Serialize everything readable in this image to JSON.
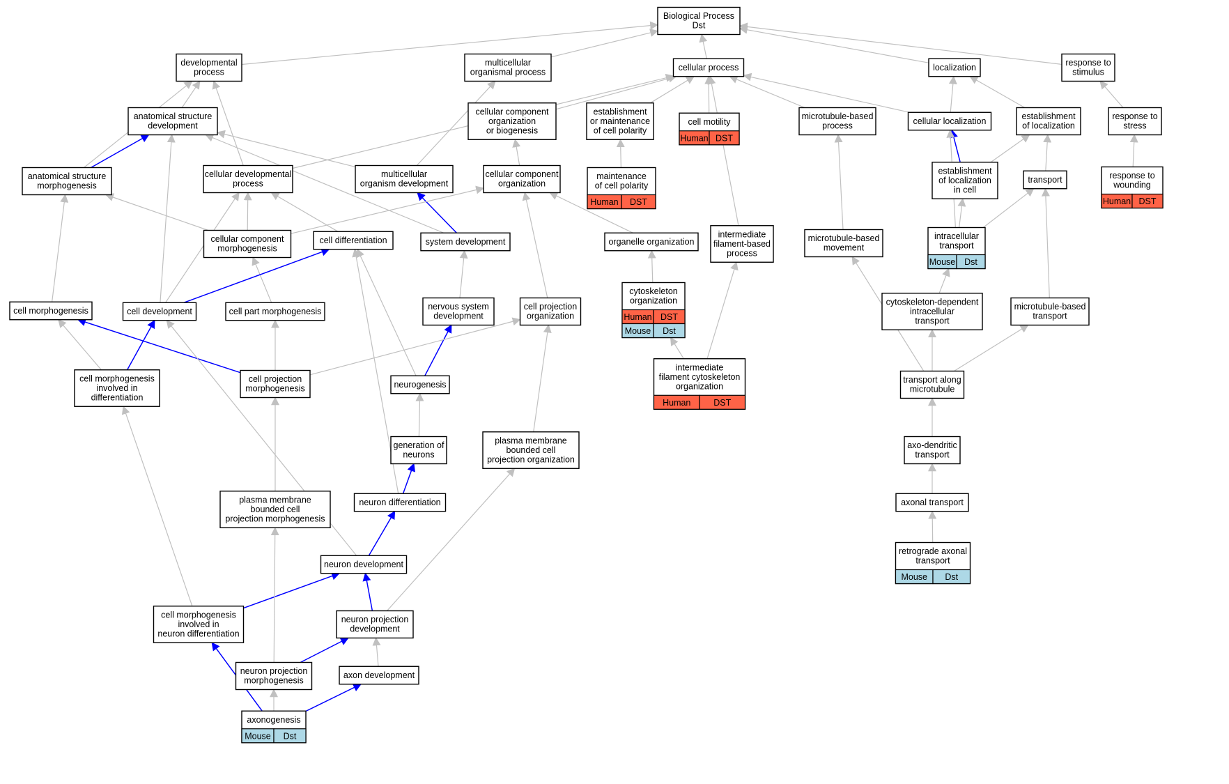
{
  "colors": {
    "edge_default": "#c0c0c0",
    "edge_highlight": "#0000ff",
    "human_tag": "#ff6347",
    "mouse_tag": "#add8e6",
    "node_fill": "#ffffff",
    "node_border": "#000000"
  },
  "nodes": {
    "biological_process": {
      "lines": [
        "Biological Process",
        "Dst"
      ]
    },
    "developmental_process": {
      "lines": [
        "developmental",
        "process"
      ]
    },
    "multicellular_organismal_process": {
      "lines": [
        "multicellular",
        "organismal process"
      ]
    },
    "cellular_process": {
      "lines": [
        "cellular process"
      ]
    },
    "localization": {
      "lines": [
        "localization"
      ]
    },
    "response_to_stimulus": {
      "lines": [
        "response to",
        "stimulus"
      ]
    },
    "anatomical_structure_development": {
      "lines": [
        "anatomical structure",
        "development"
      ]
    },
    "cellular_component_organization_or_biogenesis": {
      "lines": [
        "cellular component",
        "organization",
        "or biogenesis"
      ]
    },
    "establishment_or_maintenance_of_cell_polarity": {
      "lines": [
        "establishment",
        "or maintenance",
        "of cell polarity"
      ]
    },
    "cell_motility": {
      "lines": [
        "cell motility"
      ],
      "tags": [
        "Human",
        "DST"
      ]
    },
    "microtubule_based_process": {
      "lines": [
        "microtubule-based",
        "process"
      ]
    },
    "cellular_localization": {
      "lines": [
        "cellular localization"
      ]
    },
    "establishment_of_localization": {
      "lines": [
        "establishment",
        "of localization"
      ]
    },
    "response_to_stress": {
      "lines": [
        "response to",
        "stress"
      ]
    },
    "maintenance_of_cell_polarity": {
      "lines": [
        "maintenance",
        "of cell polarity"
      ],
      "tags": [
        "Human",
        "DST"
      ]
    },
    "response_to_wounding": {
      "lines": [
        "response to",
        "wounding"
      ],
      "tags": [
        "Human",
        "DST"
      ]
    },
    "anatomical_structure_morphogenesis": {
      "lines": [
        "anatomical structure",
        "morphogenesis"
      ]
    },
    "cellular_developmental_process": {
      "lines": [
        "cellular developmental",
        "process"
      ]
    },
    "multicellular_organism_development": {
      "lines": [
        "multicellular",
        "organism development"
      ]
    },
    "cellular_component_organization": {
      "lines": [
        "cellular component",
        "organization"
      ]
    },
    "establishment_of_localization_in_cell": {
      "lines": [
        "establishment",
        "of localization",
        "in cell"
      ]
    },
    "transport": {
      "lines": [
        "transport"
      ]
    },
    "cellular_component_morphogenesis": {
      "lines": [
        "cellular component",
        "morphogenesis"
      ]
    },
    "cell_differentiation": {
      "lines": [
        "cell differentiation"
      ]
    },
    "system_development": {
      "lines": [
        "system development"
      ]
    },
    "organelle_organization": {
      "lines": [
        "organelle organization"
      ]
    },
    "intermediate_filament_based_process": {
      "lines": [
        "intermediate",
        "filament-based",
        "process"
      ]
    },
    "microtubule_based_movement": {
      "lines": [
        "microtubule-based",
        "movement"
      ]
    },
    "intracellular_transport": {
      "lines": [
        "intracellular",
        "transport"
      ],
      "tags": [
        "Mouse",
        "Dst"
      ]
    },
    "cytoskeleton_organization": {
      "lines": [
        "cytoskeleton",
        "organization"
      ],
      "tags": [
        "Human",
        "DST",
        "Mouse",
        "Dst"
      ]
    },
    "cell_morphogenesis": {
      "lines": [
        "cell morphogenesis"
      ]
    },
    "cell_development": {
      "lines": [
        "cell development"
      ]
    },
    "cell_part_morphogenesis": {
      "lines": [
        "cell part morphogenesis"
      ]
    },
    "nervous_system_development": {
      "lines": [
        "nervous system",
        "development"
      ]
    },
    "cell_projection_organization": {
      "lines": [
        "cell projection",
        "organization"
      ]
    },
    "cytoskeleton_dependent_intracellular_transport": {
      "lines": [
        "cytoskeleton-dependent",
        "intracellular",
        "transport"
      ]
    },
    "microtubule_based_transport": {
      "lines": [
        "microtubule-based",
        "transport"
      ]
    },
    "cell_morphogenesis_involved_in_differentiation": {
      "lines": [
        "cell morphogenesis",
        "involved in",
        "differentiation"
      ]
    },
    "cell_projection_morphogenesis": {
      "lines": [
        "cell projection",
        "morphogenesis"
      ]
    },
    "neurogenesis": {
      "lines": [
        "neurogenesis"
      ]
    },
    "intermediate_filament_cytoskeleton_organization": {
      "lines": [
        "intermediate",
        "filament cytoskeleton",
        "organization"
      ],
      "tags": [
        "Human",
        "DST"
      ]
    },
    "transport_along_microtubule": {
      "lines": [
        "transport along",
        "microtubule"
      ]
    },
    "generation_of_neurons": {
      "lines": [
        "generation of",
        "neurons"
      ]
    },
    "plasma_membrane_bounded_cell_projection_organization": {
      "lines": [
        "plasma membrane",
        "bounded cell",
        "projection organization"
      ]
    },
    "axo_dendritic_transport": {
      "lines": [
        "axo-dendritic",
        "transport"
      ]
    },
    "plasma_membrane_bounded_cell_projection_morphogenesis": {
      "lines": [
        "plasma membrane",
        "bounded cell",
        "projection morphogenesis"
      ]
    },
    "neuron_differentiation": {
      "lines": [
        "neuron differentiation"
      ]
    },
    "axonal_transport": {
      "lines": [
        "axonal transport"
      ]
    },
    "retrograde_axonal_transport": {
      "lines": [
        "retrograde axonal",
        "transport"
      ],
      "tags": [
        "Mouse",
        "Dst"
      ]
    },
    "neuron_development": {
      "lines": [
        "neuron development"
      ]
    },
    "cell_morphogenesis_involved_in_neuron_differentiation": {
      "lines": [
        "cell morphogenesis",
        "involved in",
        "neuron differentiation"
      ]
    },
    "neuron_projection_development": {
      "lines": [
        "neuron projection",
        "development"
      ]
    },
    "neuron_projection_morphogenesis": {
      "lines": [
        "neuron projection",
        "morphogenesis"
      ]
    },
    "axon_development": {
      "lines": [
        "axon development"
      ]
    },
    "axonogenesis": {
      "lines": [
        "axonogenesis"
      ],
      "tags": [
        "Mouse",
        "Dst"
      ]
    }
  },
  "edges": [
    {
      "from": "developmental_process",
      "to": "biological_process"
    },
    {
      "from": "multicellular_organismal_process",
      "to": "biological_process"
    },
    {
      "from": "cellular_process",
      "to": "biological_process"
    },
    {
      "from": "localization",
      "to": "biological_process"
    },
    {
      "from": "response_to_stimulus",
      "to": "biological_process"
    },
    {
      "from": "anatomical_structure_development",
      "to": "developmental_process"
    },
    {
      "from": "anatomical_structure_morphogenesis",
      "to": "developmental_process"
    },
    {
      "from": "cellular_developmental_process",
      "to": "developmental_process"
    },
    {
      "from": "multicellular_organism_development",
      "to": "multicellular_organismal_process"
    },
    {
      "from": "cellular_component_organization_or_biogenesis",
      "to": "cellular_process"
    },
    {
      "from": "establishment_or_maintenance_of_cell_polarity",
      "to": "cellular_process"
    },
    {
      "from": "cell_motility",
      "to": "cellular_process"
    },
    {
      "from": "microtubule_based_process",
      "to": "cellular_process"
    },
    {
      "from": "cellular_localization",
      "to": "cellular_process"
    },
    {
      "from": "cellular_developmental_process",
      "to": "cellular_process"
    },
    {
      "from": "intermediate_filament_based_process",
      "to": "cellular_process"
    },
    {
      "from": "cellular_localization",
      "to": "localization"
    },
    {
      "from": "establishment_of_localization",
      "to": "localization"
    },
    {
      "from": "response_to_stress",
      "to": "response_to_stimulus"
    },
    {
      "from": "response_to_wounding",
      "to": "response_to_stress"
    },
    {
      "from": "maintenance_of_cell_polarity",
      "to": "establishment_or_maintenance_of_cell_polarity"
    },
    {
      "from": "anatomical_structure_morphogenesis",
      "to": "anatomical_structure_development",
      "highlight": true
    },
    {
      "from": "multicellular_organism_development",
      "to": "anatomical_structure_development"
    },
    {
      "from": "system_development",
      "to": "anatomical_structure_development"
    },
    {
      "from": "cell_development",
      "to": "anatomical_structure_development"
    },
    {
      "from": "cellular_component_organization",
      "to": "cellular_component_organization_or_biogenesis"
    },
    {
      "from": "establishment_of_localization_in_cell",
      "to": "cellular_localization",
      "highlight": true
    },
    {
      "from": "intracellular_transport",
      "to": "cellular_localization"
    },
    {
      "from": "establishment_of_localization_in_cell",
      "to": "establishment_of_localization"
    },
    {
      "from": "transport",
      "to": "establishment_of_localization"
    },
    {
      "from": "cellular_component_morphogenesis",
      "to": "anatomical_structure_morphogenesis"
    },
    {
      "from": "cell_morphogenesis",
      "to": "anatomical_structure_morphogenesis"
    },
    {
      "from": "cellular_component_morphogenesis",
      "to": "cellular_developmental_process"
    },
    {
      "from": "cell_differentiation",
      "to": "cellular_developmental_process"
    },
    {
      "from": "cell_development",
      "to": "cellular_developmental_process"
    },
    {
      "from": "system_development",
      "to": "multicellular_organism_development",
      "highlight": true
    },
    {
      "from": "cellular_component_morphogenesis",
      "to": "cellular_component_organization"
    },
    {
      "from": "organelle_organization",
      "to": "cellular_component_organization"
    },
    {
      "from": "cell_projection_organization",
      "to": "cellular_component_organization"
    },
    {
      "from": "intracellular_transport",
      "to": "establishment_of_localization_in_cell"
    },
    {
      "from": "intracellular_transport",
      "to": "transport"
    },
    {
      "from": "microtubule_based_transport",
      "to": "transport"
    },
    {
      "from": "cell_part_morphogenesis",
      "to": "cellular_component_morphogenesis"
    },
    {
      "from": "cell_development",
      "to": "cell_differentiation",
      "highlight": true
    },
    {
      "from": "neurogenesis",
      "to": "cell_differentiation"
    },
    {
      "from": "neuron_differentiation",
      "to": "cell_differentiation"
    },
    {
      "from": "nervous_system_development",
      "to": "system_development"
    },
    {
      "from": "cytoskeleton_organization",
      "to": "organelle_organization"
    },
    {
      "from": "intermediate_filament_cytoskeleton_organization",
      "to": "intermediate_filament_based_process"
    },
    {
      "from": "intermediate_filament_cytoskeleton_organization",
      "to": "cytoskeleton_organization"
    },
    {
      "from": "microtubule_based_movement",
      "to": "microtubule_based_process"
    },
    {
      "from": "cytoskeleton_dependent_intracellular_transport",
      "to": "intracellular_transport"
    },
    {
      "from": "cell_morphogenesis_involved_in_differentiation",
      "to": "cell_morphogenesis"
    },
    {
      "from": "cell_projection_morphogenesis",
      "to": "cell_morphogenesis",
      "highlight": true
    },
    {
      "from": "cell_morphogenesis_involved_in_differentiation",
      "to": "cell_development",
      "highlight": true
    },
    {
      "from": "neuron_development",
      "to": "cell_development"
    },
    {
      "from": "cell_projection_morphogenesis",
      "to": "cell_part_morphogenesis"
    },
    {
      "from": "neurogenesis",
      "to": "nervous_system_development",
      "highlight": true
    },
    {
      "from": "cell_projection_morphogenesis",
      "to": "cell_projection_organization"
    },
    {
      "from": "plasma_membrane_bounded_cell_projection_organization",
      "to": "cell_projection_organization"
    },
    {
      "from": "transport_along_microtubule",
      "to": "cytoskeleton_dependent_intracellular_transport"
    },
    {
      "from": "transport_along_microtubule",
      "to": "microtubule_based_transport"
    },
    {
      "from": "transport_along_microtubule",
      "to": "microtubule_based_movement"
    },
    {
      "from": "cell_morphogenesis_involved_in_neuron_differentiation",
      "to": "cell_morphogenesis_involved_in_differentiation"
    },
    {
      "from": "plasma_membrane_bounded_cell_projection_morphogenesis",
      "to": "cell_projection_morphogenesis"
    },
    {
      "from": "generation_of_neurons",
      "to": "neurogenesis"
    },
    {
      "from": "neuron_differentiation",
      "to": "generation_of_neurons",
      "highlight": true
    },
    {
      "from": "neuron_projection_development",
      "to": "plasma_membrane_bounded_cell_projection_organization"
    },
    {
      "from": "axo_dendritic_transport",
      "to": "transport_along_microtubule"
    },
    {
      "from": "axonal_transport",
      "to": "axo_dendritic_transport"
    },
    {
      "from": "retrograde_axonal_transport",
      "to": "axonal_transport"
    },
    {
      "from": "neuron_development",
      "to": "neuron_differentiation",
      "highlight": true
    },
    {
      "from": "cell_morphogenesis_involved_in_neuron_differentiation",
      "to": "neuron_development",
      "highlight": true
    },
    {
      "from": "neuron_projection_development",
      "to": "neuron_development",
      "highlight": true
    },
    {
      "from": "neuron_projection_morphogenesis",
      "to": "neuron_projection_development",
      "highlight": true
    },
    {
      "from": "axon_development",
      "to": "neuron_projection_development"
    },
    {
      "from": "neuron_projection_morphogenesis",
      "to": "plasma_membrane_bounded_cell_projection_morphogenesis"
    },
    {
      "from": "axonogenesis",
      "to": "neuron_projection_morphogenesis"
    },
    {
      "from": "axonogenesis",
      "to": "cell_morphogenesis_involved_in_neuron_differentiation",
      "highlight": true
    },
    {
      "from": "axonogenesis",
      "to": "axon_development",
      "highlight": true
    }
  ]
}
